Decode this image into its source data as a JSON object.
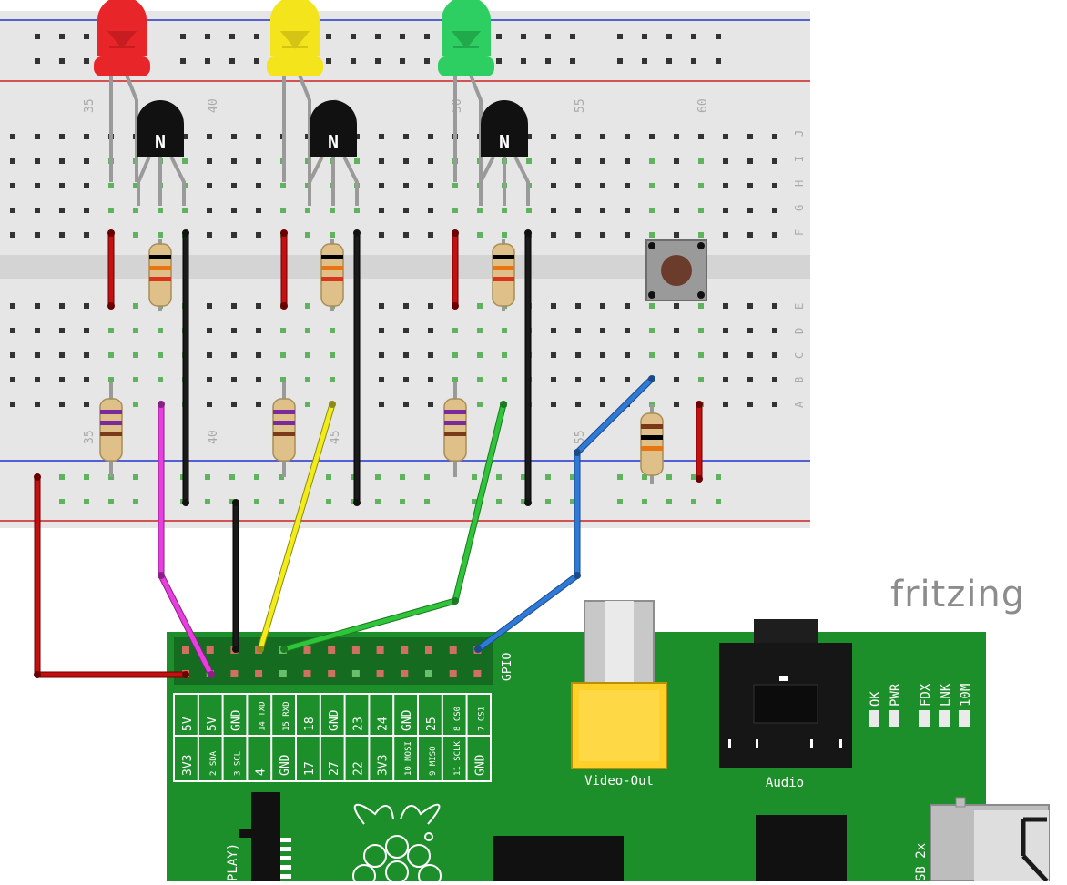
{
  "app": {
    "brand": "fritzing"
  },
  "breadboard": {
    "col_numbers": [
      "35",
      "40",
      "45",
      "50",
      "55",
      "60"
    ],
    "row_letters_top": [
      "J",
      "I",
      "H",
      "G",
      "F"
    ],
    "row_letters_bottom": [
      "E",
      "D",
      "C",
      "B",
      "A"
    ]
  },
  "leds": [
    {
      "name": "red-led",
      "color": "#e8262a"
    },
    {
      "name": "yellow-led",
      "color": "#f4e41c"
    },
    {
      "name": "green-led",
      "color": "#2ecf62"
    }
  ],
  "transistor_mark": "N",
  "pi": {
    "gpio_label": "GPIO",
    "pin_row_top": [
      "5V",
      "5V",
      "GND",
      "14 TXD",
      "15 RXD",
      "18",
      "GND",
      "23",
      "24",
      "GND",
      "25",
      "8 CS0",
      "7 CS1"
    ],
    "pin_row_bottom": [
      "3V3",
      "2 SDA",
      "3 SCL",
      "4",
      "GND",
      "17",
      "27",
      "22",
      "3V3",
      "10 MOSI",
      "9 MISO",
      "11 SCLK",
      "GND"
    ],
    "status_leds": [
      "OK",
      "PWR",
      "FDX",
      "LNK",
      "10M"
    ],
    "video_label": "Video-Out",
    "audio_label": "Audio",
    "display_label": "PLAY)",
    "usb_label": "SB 2x"
  },
  "wire_colors": {
    "red": "#c41010",
    "black": "#1a1a1a",
    "magenta": "#e83ee0",
    "yellow": "#f2ec1a",
    "green": "#2fc43a",
    "blue": "#2f7ad6"
  }
}
